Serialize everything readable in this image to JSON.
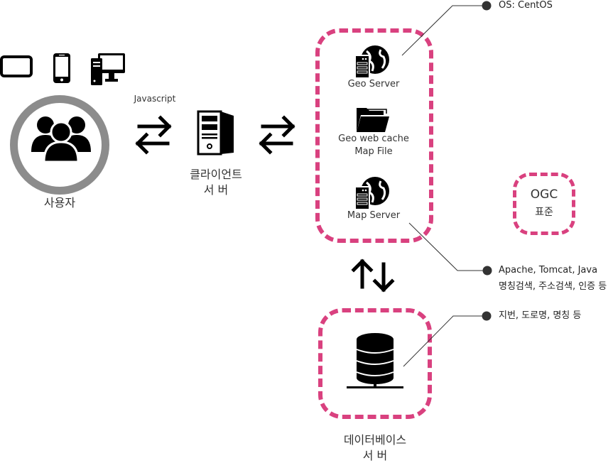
{
  "diagram": {
    "accent_color": "#d9417f",
    "user": {
      "devices": [
        "tablet-icon",
        "smartphone-icon",
        "desktop-icon"
      ],
      "icon": "users-group-icon",
      "label": "사용자"
    },
    "link_user_client": {
      "label": "Javascript",
      "icon": "bidirectional-arrows-icon"
    },
    "client_server": {
      "icon": "server-tower-icon",
      "label_line1": "클라이언트",
      "label_line2": "서 버"
    },
    "link_client_app": {
      "icon": "bidirectional-arrows-icon"
    },
    "app_server_group": {
      "items": [
        {
          "icon": "geo-server-icon",
          "label_line1": "Geo Server",
          "label_line2": ""
        },
        {
          "icon": "folder-icon",
          "label_line1": "Geo web cache",
          "label_line2": "Map File"
        },
        {
          "icon": "map-server-icon",
          "label_line1": "Map Server",
          "label_line2": ""
        }
      ]
    },
    "link_app_db": {
      "icon": "up-down-arrows-icon"
    },
    "db_server": {
      "icon": "database-icon",
      "label_line1": "데이터베이스",
      "label_line2": "서 버"
    },
    "standard": {
      "line1": "OGC",
      "line2": "표준"
    },
    "notes": {
      "os": "OS: CentOS",
      "stack_line1": "Apache, Tomcat, Java",
      "stack_line2": "명칭검색, 주소검색, 인증 등",
      "db": "지번, 도로명, 명칭 등"
    }
  }
}
